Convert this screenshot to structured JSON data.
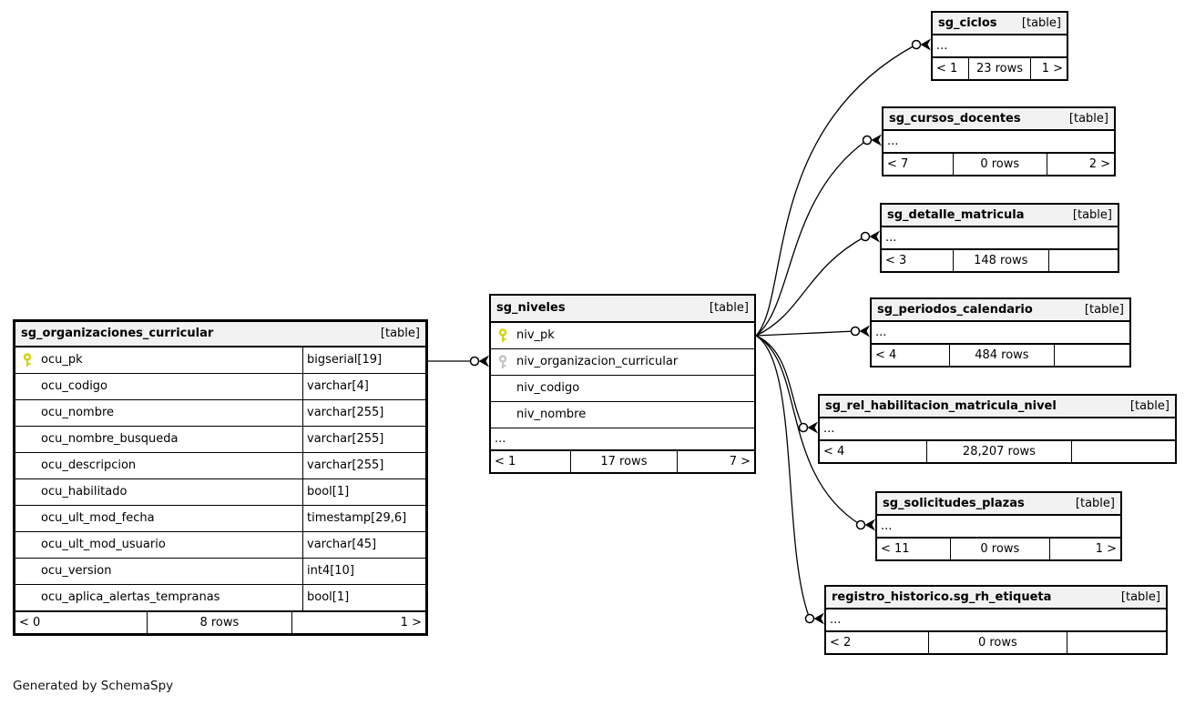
{
  "diagram": {
    "footnote": "Generated by SchemaSpy",
    "colors": {
      "primary_key": "#d4d400",
      "foreign_key": "#c4c4c4",
      "header_bg": "#f2f2f2",
      "border": "#000000"
    },
    "tables": [
      {
        "name": "sg_organizaciones_curricular",
        "tag": "[table]",
        "columns": [
          {
            "name": "ocu_pk",
            "type": "bigserial[19]",
            "key": "primary"
          },
          {
            "name": "ocu_codigo",
            "type": "varchar[4]"
          },
          {
            "name": "ocu_nombre",
            "type": "varchar[255]"
          },
          {
            "name": "ocu_nombre_busqueda",
            "type": "varchar[255]"
          },
          {
            "name": "ocu_descripcion",
            "type": "varchar[255]"
          },
          {
            "name": "ocu_habilitado",
            "type": "bool[1]"
          },
          {
            "name": "ocu_ult_mod_fecha",
            "type": "timestamp[29,6]"
          },
          {
            "name": "ocu_ult_mod_usuario",
            "type": "varchar[45]"
          },
          {
            "name": "ocu_version",
            "type": "int4[10]"
          },
          {
            "name": "ocu_aplica_alertas_tempranas",
            "type": "bool[1]"
          }
        ],
        "footer": {
          "left": "< 0",
          "center": "8 rows",
          "right": "1 >"
        }
      },
      {
        "name": "sg_niveles",
        "tag": "[table]",
        "columns": [
          {
            "name": "niv_pk",
            "key": "primary"
          },
          {
            "name": "niv_organizacion_curricular",
            "key": "foreign"
          },
          {
            "name": "niv_codigo"
          },
          {
            "name": "niv_nombre"
          }
        ],
        "ellipsis": "...",
        "footer": {
          "left": "< 1",
          "center": "17 rows",
          "right": "7 >"
        }
      },
      {
        "name": "sg_ciclos",
        "tag": "[table]",
        "ellipsis": "...",
        "footer": {
          "left": "< 1",
          "center": "23 rows",
          "right": "1 >"
        }
      },
      {
        "name": "sg_cursos_docentes",
        "tag": "[table]",
        "ellipsis": "...",
        "footer": {
          "left": "< 7",
          "center": "0 rows",
          "right": "2 >"
        }
      },
      {
        "name": "sg_detalle_matricula",
        "tag": "[table]",
        "ellipsis": "...",
        "footer": {
          "left": "< 3",
          "center": "148 rows",
          "right": ""
        }
      },
      {
        "name": "sg_periodos_calendario",
        "tag": "[table]",
        "ellipsis": "...",
        "footer": {
          "left": "< 4",
          "center": "484 rows",
          "right": ""
        }
      },
      {
        "name": "sg_rel_habilitacion_matricula_nivel",
        "tag": "[table]",
        "ellipsis": "...",
        "footer": {
          "left": "< 4",
          "center": "28,207 rows",
          "right": ""
        }
      },
      {
        "name": "sg_solicitudes_plazas",
        "tag": "[table]",
        "ellipsis": "...",
        "footer": {
          "left": "< 11",
          "center": "0 rows",
          "right": "1 >"
        }
      },
      {
        "name": "registro_historico.sg_rh_etiqueta",
        "tag": "[table]",
        "ellipsis": "...",
        "footer": {
          "left": "< 2",
          "center": "0 rows",
          "right": ""
        }
      }
    ],
    "relationships": [
      {
        "from": "sg_organizaciones_curricular.ocu_pk",
        "to": "sg_niveles.niv_organizacion_curricular"
      },
      {
        "from": "sg_niveles.niv_pk",
        "to": "sg_ciclos"
      },
      {
        "from": "sg_niveles.niv_pk",
        "to": "sg_cursos_docentes"
      },
      {
        "from": "sg_niveles.niv_pk",
        "to": "sg_detalle_matricula"
      },
      {
        "from": "sg_niveles.niv_pk",
        "to": "sg_periodos_calendario"
      },
      {
        "from": "sg_niveles.niv_pk",
        "to": "sg_rel_habilitacion_matricula_nivel"
      },
      {
        "from": "sg_niveles.niv_pk",
        "to": "sg_solicitudes_plazas"
      },
      {
        "from": "sg_niveles.niv_pk",
        "to": "registro_historico.sg_rh_etiqueta"
      }
    ]
  }
}
